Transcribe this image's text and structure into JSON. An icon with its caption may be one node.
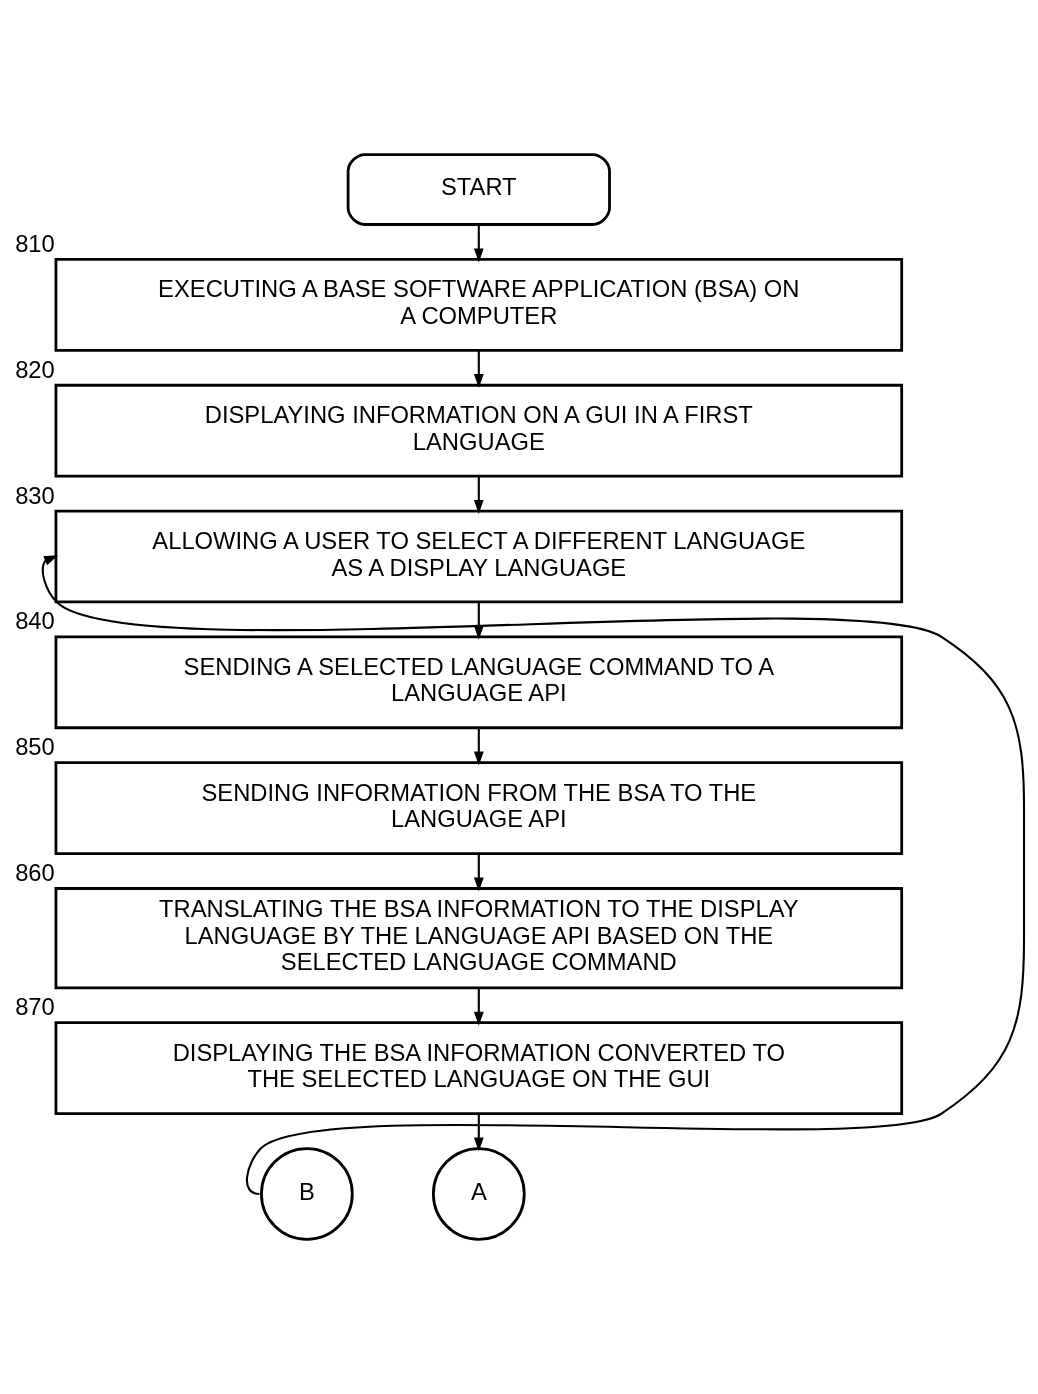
{
  "diagram": {
    "nodes": [
      {
        "text": [
          "START"
        ]
      },
      {
        "text": [
          "EXECUTING A BASE SOFTWARE APPLICATION (BSA) ON A COMPUTER"
        ],
        "beside": [
          "810"
        ]
      },
      {
        "text": [
          "DISPLAYING INFORMATION ON A GUI IN A FIRST LANGUAGE"
        ],
        "beside": [
          "820"
        ]
      },
      {
        "text": [
          "ALLOWING A USER TO SELECT A DIFFERENT LANGUAGE AS A DISPLAY LANGUAGE"
        ],
        "beside": [
          "830"
        ]
      },
      {
        "text": [
          "SENDING A SELECTED LANGUAGE COMMAND TO A LANGUAGE API"
        ],
        "beside": [
          "840"
        ]
      },
      {
        "text": [
          "SENDING INFORMATION FROM THE BSA TO THE LANGUAGE API"
        ],
        "beside": [
          "850"
        ]
      },
      {
        "text": [
          "TRANSLATING THE BSA INFORMATION TO THE DISPLAY LANGUAGE BY THE LANGUAGE API BASED ON THE SELECTED LANGUAGE COMMAND"
        ],
        "beside": [
          "860"
        ]
      },
      {
        "text": [
          "DISPLAYING THE BSA INFORMATION CONVERTED TO THE SELECTED LANGUAGE ON THE GUI"
        ],
        "beside": [
          "870"
        ]
      },
      {
        "text": [
          "B"
        ]
      },
      {
        "text": [
          "A"
        ]
      }
    ],
    "edges": [
      {
        "from": 0,
        "to": 1,
        "arrow": "to"
      },
      {
        "from": 1,
        "to": 2,
        "arrow": "to"
      },
      {
        "from": 2,
        "to": 3,
        "arrow": "to"
      },
      {
        "from": 3,
        "to": 4,
        "arrow": "to"
      },
      {
        "from": 4,
        "to": 5,
        "arrow": "to"
      },
      {
        "from": 5,
        "to": 6,
        "arrow": "to"
      },
      {
        "from": 6,
        "to": 7,
        "arrow": "to"
      },
      {
        "from": 7,
        "to": 9,
        "arrow": "to"
      },
      {
        "from": 8,
        "to": 3,
        "arrow": "to"
      }
    ]
  }
}
